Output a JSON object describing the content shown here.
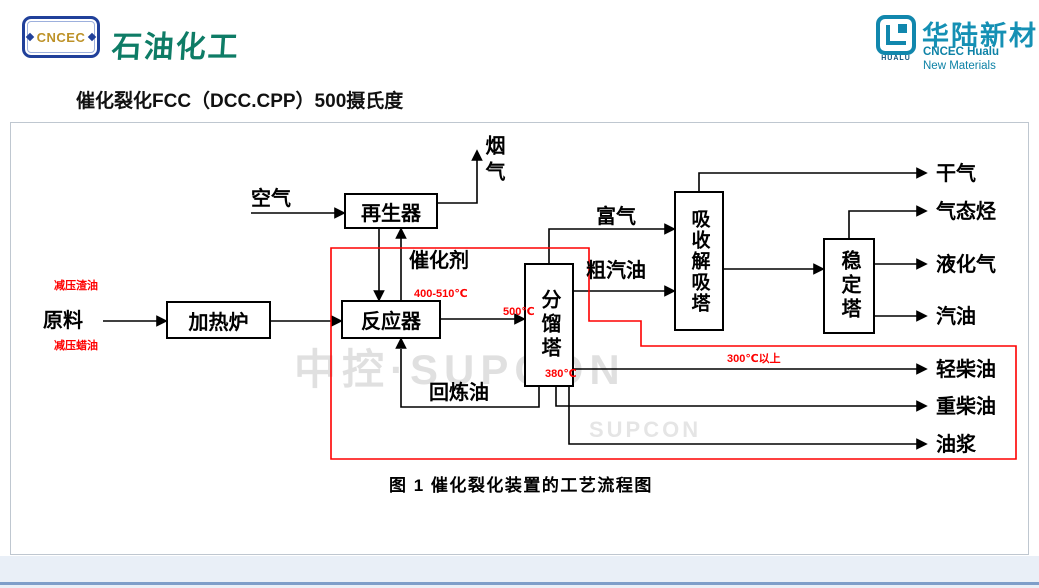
{
  "header": {
    "logo_cncec": "CNCEC",
    "brand": "石油化工",
    "hualu_name": "华陆新材",
    "hualu_en1": "CNCEC Hualu",
    "hualu_en2": "New Materials",
    "hualu_icon_text": "HUALU",
    "title": "催化裂化FCC（DCC.CPP）500摄氏度"
  },
  "diagram": {
    "caption": "图 1  催化裂化装置的工艺流程图",
    "watermark_main": "中控·SUPCON",
    "watermark_small": "SUPCON",
    "boxes": {
      "furnace": "加热炉",
      "regenerator": "再生器",
      "reactor": "反应器",
      "fractionator": "分馏塔",
      "absorber": "吸收解吸塔",
      "stabilizer": "稳定塔"
    },
    "streams": {
      "feed": "原料",
      "air": "空气",
      "flue_gas": "烟气",
      "catalyst": "催化剂",
      "recycle_oil": "回炼油",
      "rich_gas": "富气",
      "crude_gasoline": "粗汽油",
      "dry_gas": "干气",
      "gaseous_hydrocarbon": "气态烃",
      "lpg": "液化气",
      "gasoline": "汽油",
      "light_diesel": "轻柴油",
      "heavy_diesel": "重柴油",
      "oil_slurry": "油浆"
    },
    "red_notes": {
      "vacuum_residue": "减压渣油",
      "vacuum_wax_oil": "减压蜡油",
      "reactor_temp": "400-510℃",
      "transfer_temp": "500℃",
      "tower_bottom_temp": "380℃",
      "diesel_temp": "300℃以上"
    }
  },
  "colors": {
    "annotation_red": "#fe0000",
    "brand_teal": "#0e7c66",
    "hualu_blue": "#1590b4",
    "cncec_blue": "#20409a",
    "cncec_gold": "#bd9228",
    "footer_band": "#e9eff7",
    "footer_line": "#7e9ec9"
  }
}
